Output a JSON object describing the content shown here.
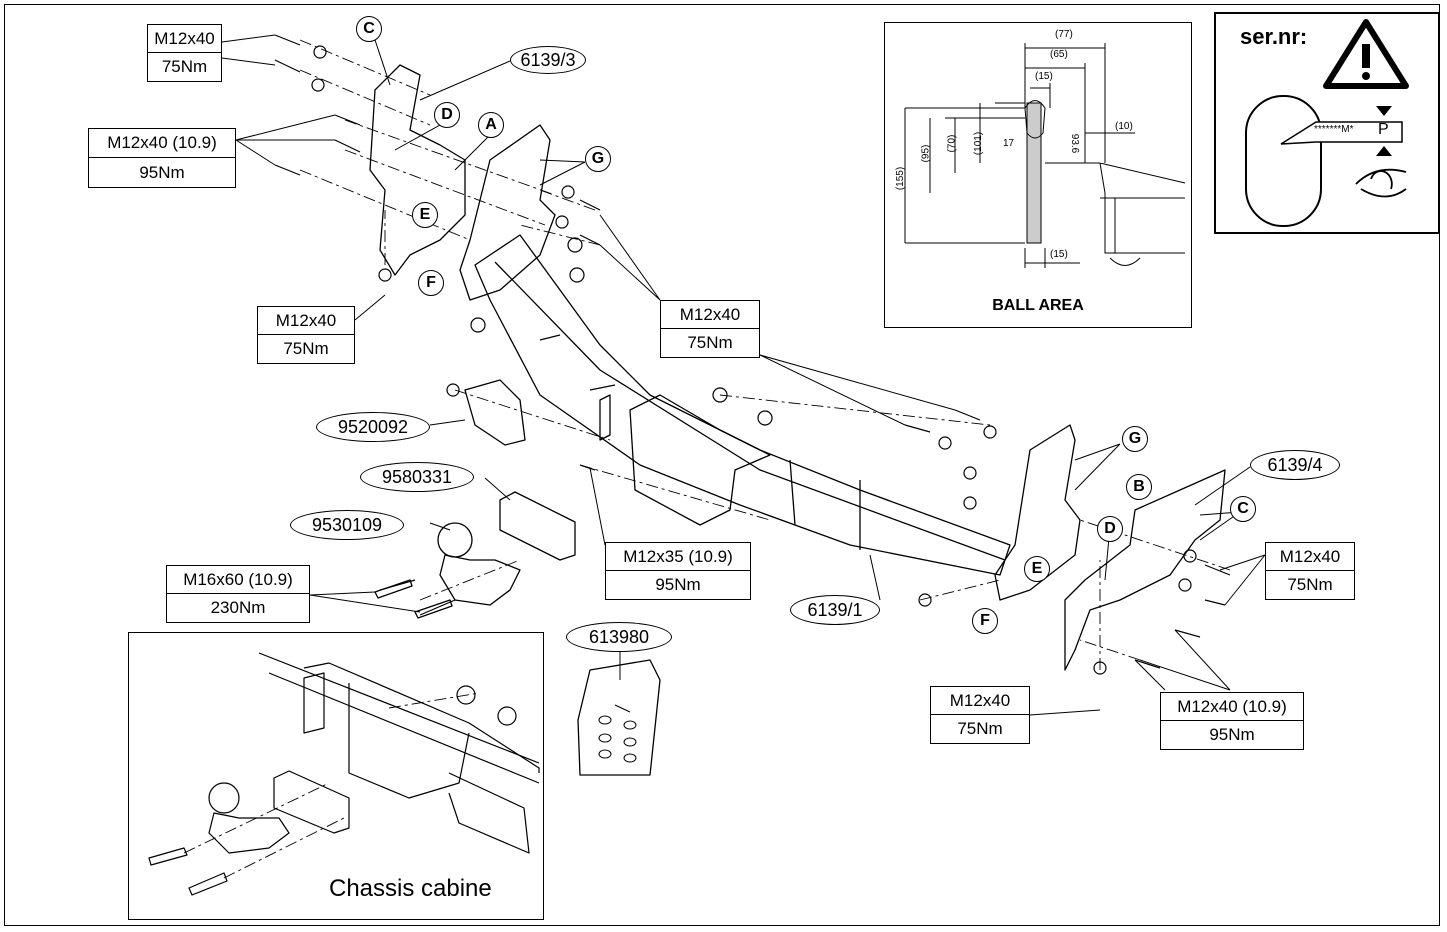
{
  "labels": {
    "bolt_top_left": {
      "spec": "M12x40",
      "torque": "75Nm"
    },
    "bolt_left_109": {
      "spec": "M12x40 (10.9)",
      "torque": "95Nm"
    },
    "bolt_left_bottom": {
      "spec": "M12x40",
      "torque": "75Nm"
    },
    "bolt_center": {
      "spec": "M12x40",
      "torque": "75Nm"
    },
    "bolt_m35": {
      "spec": "M12x35 (10.9)",
      "torque": "95Nm"
    },
    "bolt_m16": {
      "spec": "M16x60 (10.9)",
      "torque": "230Nm"
    },
    "bolt_right_top": {
      "spec": "M12x40",
      "torque": "75Nm"
    },
    "bolt_right_109": {
      "spec": "M12x40 (10.9)",
      "torque": "95Nm"
    },
    "bolt_right_bottom": {
      "spec": "M12x40",
      "torque": "75Nm"
    }
  },
  "parts": {
    "p6139_3": "6139/3",
    "p6139_4": "6139/4",
    "p6139_1": "6139/1",
    "p9520092": "9520092",
    "p9580331": "9580331",
    "p9530109": "9530109",
    "p613980": "613980"
  },
  "letters": [
    "A",
    "B",
    "C",
    "D",
    "E",
    "F",
    "G"
  ],
  "ball_area": {
    "title": "BALL AREA",
    "dims": {
      "d77": "(77)",
      "d65": "(65)",
      "d15a": "(15)",
      "d10": "(10)",
      "d155": "(155)",
      "d95": "(95)",
      "d70": "(70)",
      "d101": "(101)",
      "d17": "17",
      "d936": "93.6",
      "d15b": "(15)"
    }
  },
  "serial": {
    "title": "ser.nr:",
    "code": "*******M*",
    "code_letter": "P"
  },
  "chassis_caption": "Chassis cabine"
}
